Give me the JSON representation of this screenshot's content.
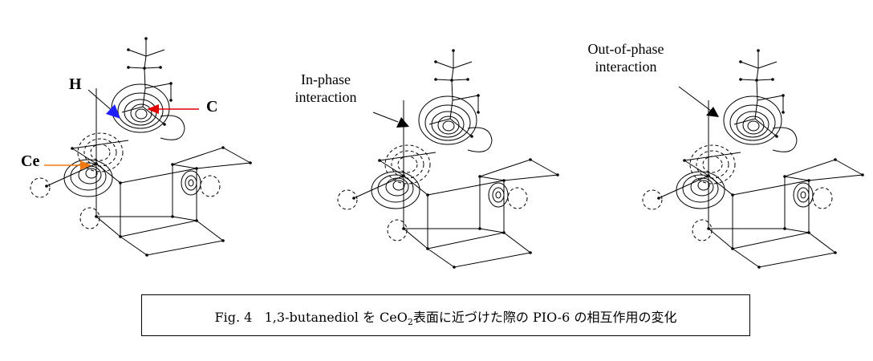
{
  "labels": {
    "hydrogen": "H",
    "carbon": "C",
    "cerium": "Ce",
    "in_phase_line1": "In-phase",
    "in_phase_line2": "interaction",
    "out_phase_line1": "Out-of-phase",
    "out_phase_line2": "interaction"
  },
  "caption": {
    "fig_number": "Fig. 4",
    "text_before": "1,3-butanediol を CeO",
    "subscript": "2",
    "text_after": "表面に近づけた際の PIO-6 の相互作用の変化"
  },
  "colors": {
    "hydrogen_arrow": "#1f1fff",
    "carbon_arrow": "#e00000",
    "cerium_arrow": "#f07a10",
    "line": "#000000"
  }
}
